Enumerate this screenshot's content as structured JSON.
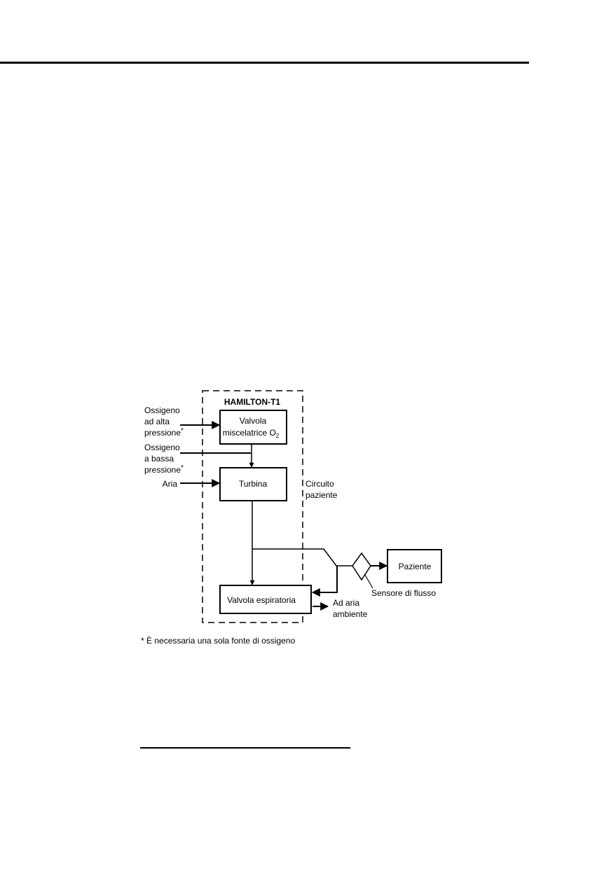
{
  "diagram": {
    "device_name": "HAMILTON-T1",
    "inputs": {
      "high_pressure_o2": [
        "Ossigeno",
        "ad alta",
        "pressione"
      ],
      "low_pressure_o2": [
        "Ossigeno",
        "a bassa",
        "pressione"
      ],
      "air": "Aria",
      "asterisk": "*"
    },
    "blocks": {
      "mixer_valve": [
        "Valvola",
        "miscelatrice O"
      ],
      "mixer_valve_subscript": "2",
      "turbine": "Turbina",
      "expiratory_valve": "Valvola espiratoria",
      "patient": "Paziente"
    },
    "labels": {
      "patient_circuit": [
        "Circuito",
        "paziente"
      ],
      "flow_sensor": "Sensore di flusso",
      "to_room_air": [
        "Ad aria",
        "ambiente"
      ]
    },
    "footnote": "* È necessaria una sola fonte di ossigeno"
  }
}
